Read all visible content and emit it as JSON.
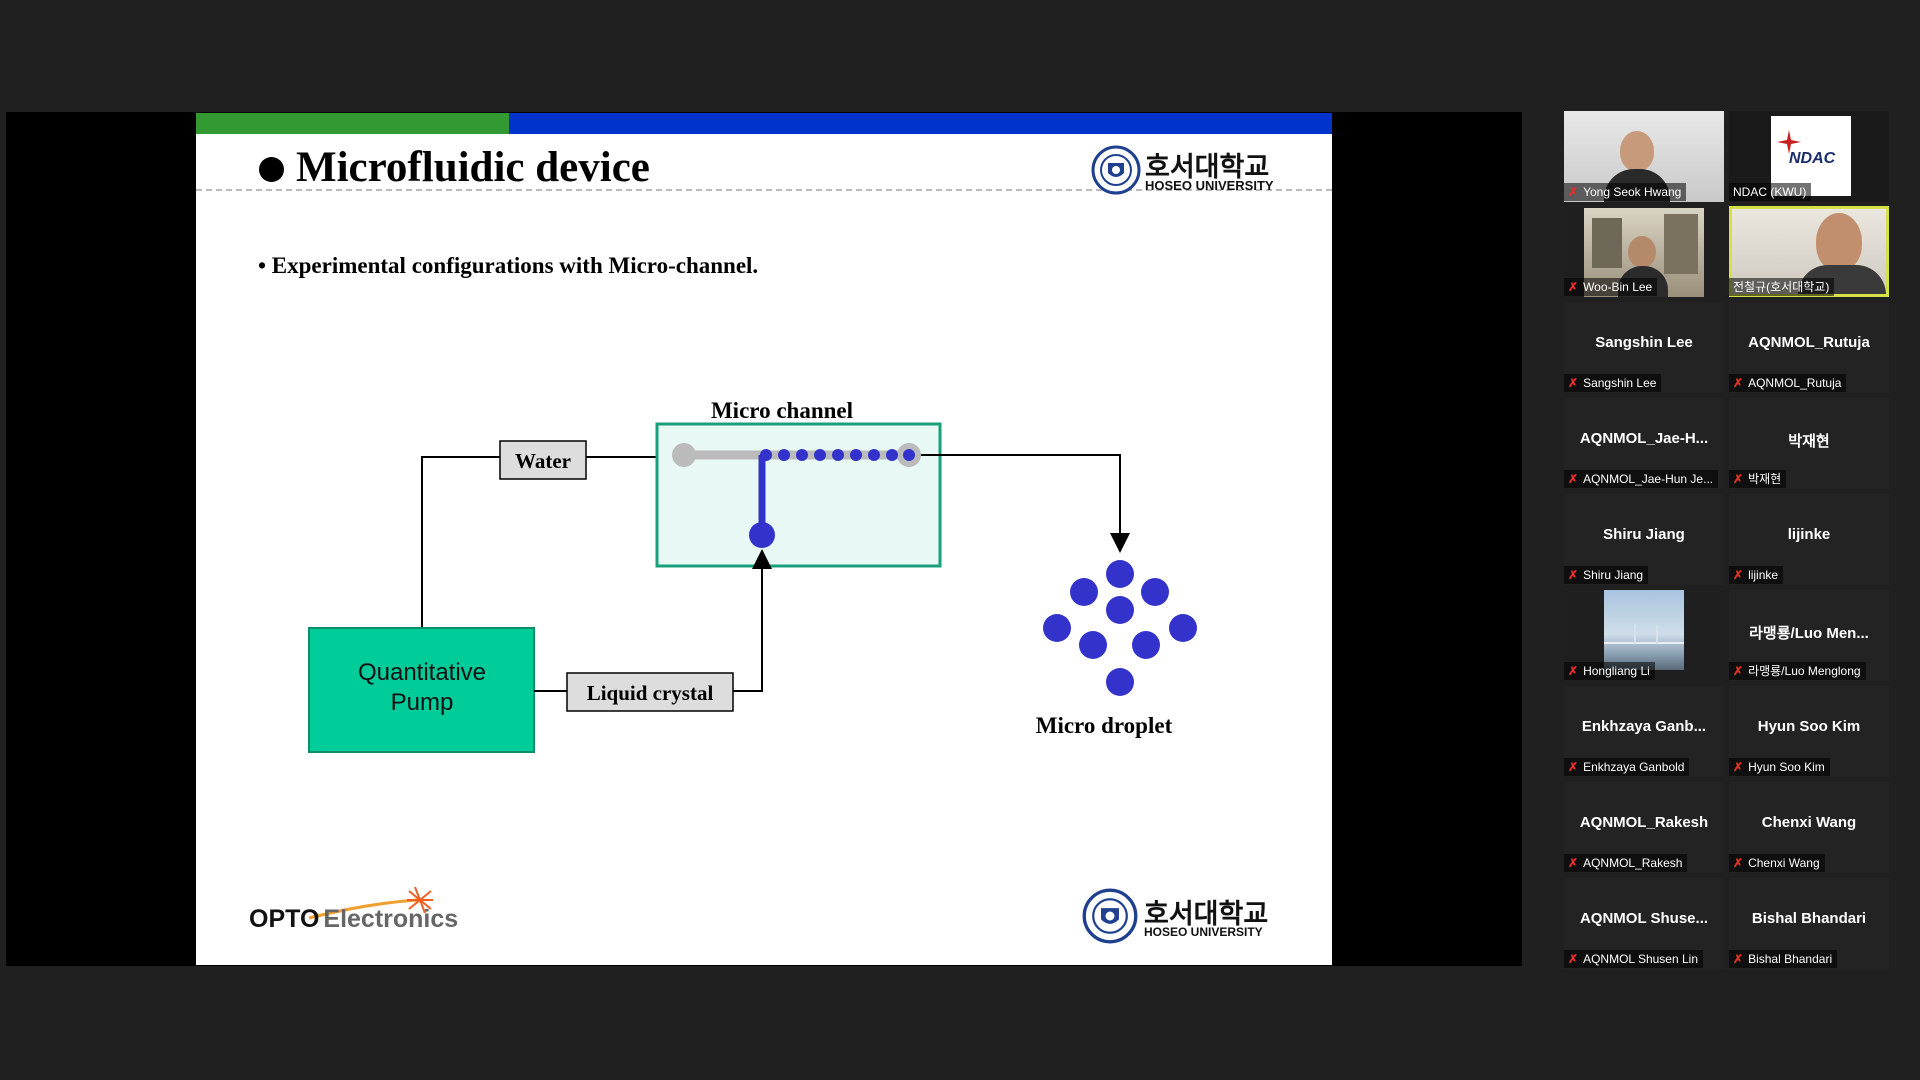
{
  "slide": {
    "title": "Microfluidic device",
    "subtitle": "• Experimental configurations with Micro-channel.",
    "university_kr": "호서대학교",
    "university_en": "HOSEO UNIVERSITY",
    "footer_logo": "OPTO Electronics",
    "footer_logo_part1": "OPTO",
    "footer_logo_part2": "Electronics",
    "diagram": {
      "water_label": "Water",
      "micro_channel_label": "Micro channel",
      "pump_label_line1": "Quantitative",
      "pump_label_line2": "Pump",
      "liquid_crystal_label": "Liquid crystal",
      "micro_droplet_label": "Micro droplet"
    },
    "colors": {
      "green_bar": "#339933",
      "blue_bar": "#0033cc",
      "pump_fill": "#00cc99",
      "channel_fill": "#e8f8f5",
      "droplet": "#3333cc"
    }
  },
  "participants": [
    {
      "name": "Yong Seok Hwang",
      "tile_text": "",
      "muted": true,
      "video": true
    },
    {
      "name": "NDAC (KWU)",
      "tile_text": "",
      "muted": false,
      "video": true
    },
    {
      "name": "Woo-Bin Lee",
      "tile_text": "",
      "muted": true,
      "video": true
    },
    {
      "name": "전철규(호서대학교)",
      "tile_text": "",
      "muted": false,
      "video": true,
      "active": true
    },
    {
      "name": "Sangshin Lee",
      "tile_text": "Sangshin Lee",
      "muted": true
    },
    {
      "name": "AQNMOL_Rutuja",
      "tile_text": "AQNMOL_Rutuja",
      "muted": true
    },
    {
      "name": "AQNMOL_Jae-Hun Je...",
      "tile_text": "AQNMOL_Jae-H...",
      "muted": true
    },
    {
      "name": "박재현",
      "tile_text": "박재현",
      "muted": true
    },
    {
      "name": "Shiru Jiang",
      "tile_text": "Shiru Jiang",
      "muted": true
    },
    {
      "name": "lijinke",
      "tile_text": "lijinke",
      "muted": true
    },
    {
      "name": "Hongliang Li",
      "tile_text": "",
      "muted": true,
      "video": true
    },
    {
      "name": "라맹룡/Luo Menglong",
      "tile_text": "라맹룡/Luo Men...",
      "muted": true
    },
    {
      "name": "Enkhzaya Ganbold",
      "tile_text": "Enkhzaya  Ganb...",
      "muted": true
    },
    {
      "name": "Hyun Soo Kim",
      "tile_text": "Hyun Soo Kim",
      "muted": true
    },
    {
      "name": "AQNMOL_Rakesh",
      "tile_text": "AQNMOL_Rakesh",
      "muted": true
    },
    {
      "name": "Chenxi Wang",
      "tile_text": "Chenxi Wang",
      "muted": true
    },
    {
      "name": "AQNMOL Shusen Lin",
      "tile_text": "AQNMOL  Shuse...",
      "muted": true
    },
    {
      "name": "Bishal Bhandari",
      "tile_text": "Bishal Bhandari",
      "muted": true
    }
  ]
}
